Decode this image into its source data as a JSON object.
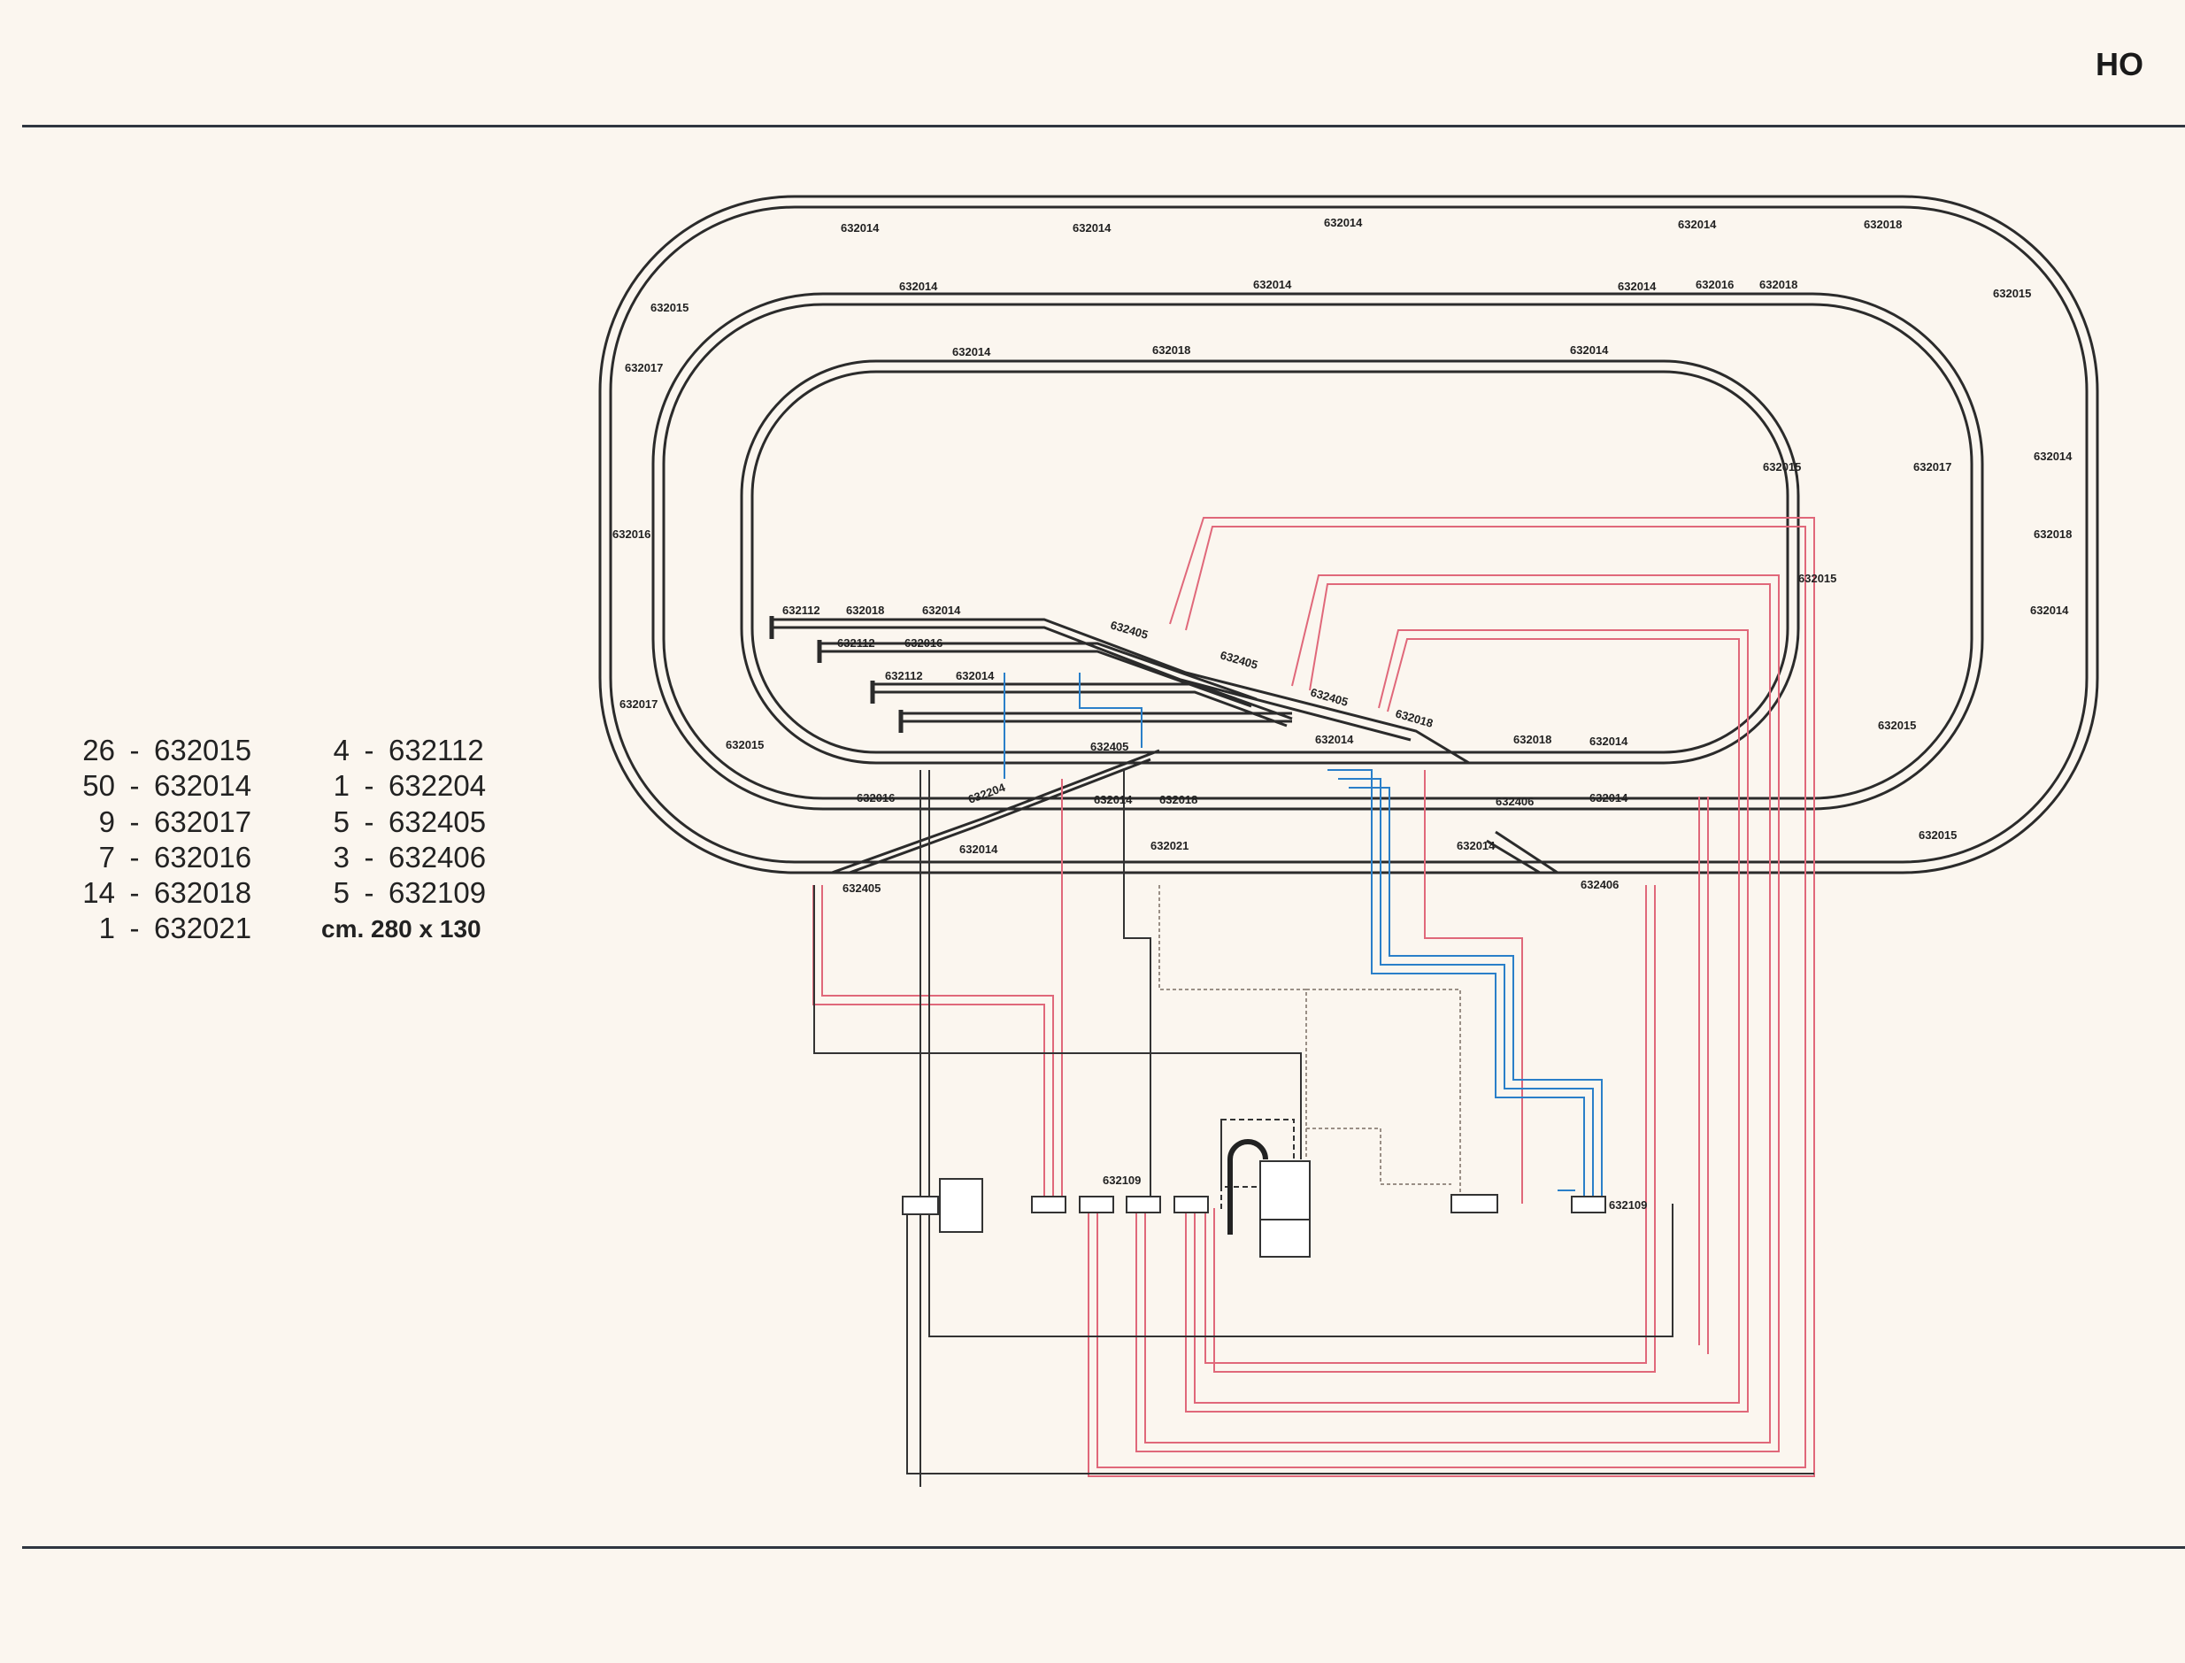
{
  "header": {
    "scale": "HO"
  },
  "parts_list": {
    "column_1": [
      {
        "qty": "26",
        "code": "632015"
      },
      {
        "qty": "50",
        "code": "632014"
      },
      {
        "qty": "9",
        "code": "632017"
      },
      {
        "qty": "7",
        "code": "632016"
      },
      {
        "qty": "14",
        "code": "632018"
      },
      {
        "qty": "1",
        "code": "632021"
      }
    ],
    "column_2": [
      {
        "qty": "4",
        "code": "632112"
      },
      {
        "qty": "1",
        "code": "632204"
      },
      {
        "qty": "5",
        "code": "632405"
      },
      {
        "qty": "3",
        "code": "632406"
      },
      {
        "qty": "5",
        "code": "632109"
      }
    ],
    "dimensions": "cm. 280 x 130"
  },
  "track_labels": {
    "outer_top": [
      "632014",
      "632014",
      "632014",
      "632014",
      "632018"
    ],
    "middle_top": [
      "632014",
      "632014",
      "632014",
      "632016",
      "632018"
    ],
    "inner_top": [
      "632014",
      "632018",
      "632014"
    ],
    "outer_left": [
      "632015",
      "632017",
      "632016",
      "632017"
    ],
    "outer_right": [
      "632015",
      "632014",
      "632018",
      "632014"
    ],
    "middle_right": [
      "632017",
      "632015"
    ],
    "inner_right": [
      "632015",
      "632015"
    ],
    "sidings": [
      "632112",
      "632018",
      "632014",
      "632112",
      "632016",
      "632112",
      "632014"
    ],
    "switches": [
      "632405",
      "632405",
      "632405",
      "632018",
      "632405",
      "632405",
      "632406",
      "632406"
    ],
    "inner_left": [
      "632015",
      "632016",
      "632204"
    ],
    "bottom": [
      "632014",
      "632018",
      "632014",
      "632018",
      "632014",
      "632014",
      "632014",
      "632021",
      "632014"
    ],
    "right_bottom": [
      "632015",
      "632015"
    ],
    "control": [
      "632109",
      "632109"
    ]
  },
  "colors": {
    "track": "#2b2b2b",
    "wire_red": "#e0687a",
    "wire_blue": "#2a7fc9",
    "wire_black": "#333333",
    "wire_grey": "#9a8f86",
    "paper": "#fbf6ef"
  }
}
